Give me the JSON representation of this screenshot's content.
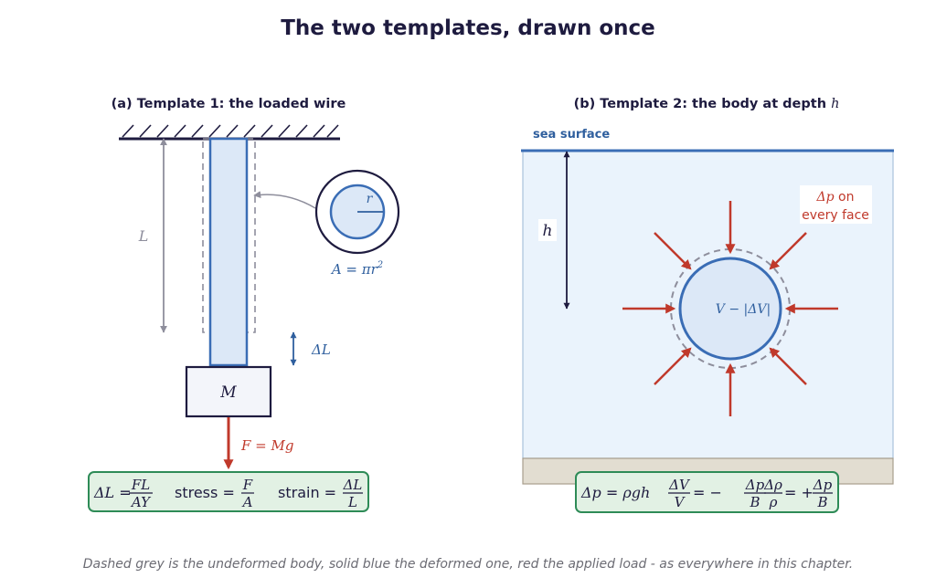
{
  "title": "The two templates, drawn once",
  "panel_a": {
    "heading": "(a) Template 1: the loaded wire",
    "length_label": "L",
    "radius_label": "r",
    "area_formula": {
      "lhs": "A",
      "eq": " = ",
      "rhs": "πr",
      "exp": "2"
    },
    "extension_label": "ΔL",
    "mass_label": "M",
    "force_label": "F = Mg",
    "formulas": {
      "delta_l": {
        "lhs": "ΔL",
        "eq": " = ",
        "num": "FL",
        "den": "AY"
      },
      "stress": {
        "word": "stress",
        "eq": " = ",
        "num": "F",
        "den": "A"
      },
      "strain": {
        "word": "strain",
        "eq": " = ",
        "num": "ΔL",
        "den": "L"
      }
    }
  },
  "panel_b": {
    "heading_text": "(b) Template 2: the body at depth ",
    "heading_var": "h",
    "sea_surface": "sea surface",
    "depth_label": "h",
    "pressure_note_line1_var": "Δp",
    "pressure_note_line1_rest": " on",
    "pressure_note_line2": "every face",
    "volume_label": "V − |ΔV|",
    "formulas": {
      "pressure": {
        "lhs": "Δp",
        "eq": " = ",
        "rhs": "ρgh"
      },
      "volume": {
        "num_l": "ΔV",
        "den_l": "V",
        "eq": " = −",
        "num_r": "Δp",
        "den_r": "B"
      },
      "density": {
        "num_l": "Δρ",
        "den_l": "ρ",
        "eq": " = +",
        "num_r": "Δp",
        "den_r": "B"
      }
    }
  },
  "caption": "Dashed grey is the undeformed body, solid blue the deformed one, red the applied load - as everywhere in this chapter.",
  "colors": {
    "navy": "#1e1b3f",
    "blue": "#3a6db5",
    "light_blue_fill": "#dce8f7",
    "water_fill": "#eaf3fc",
    "grey_dashed": "#8e8e9c",
    "red": "#c0392b",
    "formula_fill": "#e2f1e4",
    "formula_border": "#2e8b57",
    "seabed_fill": "#e2ddd1"
  }
}
